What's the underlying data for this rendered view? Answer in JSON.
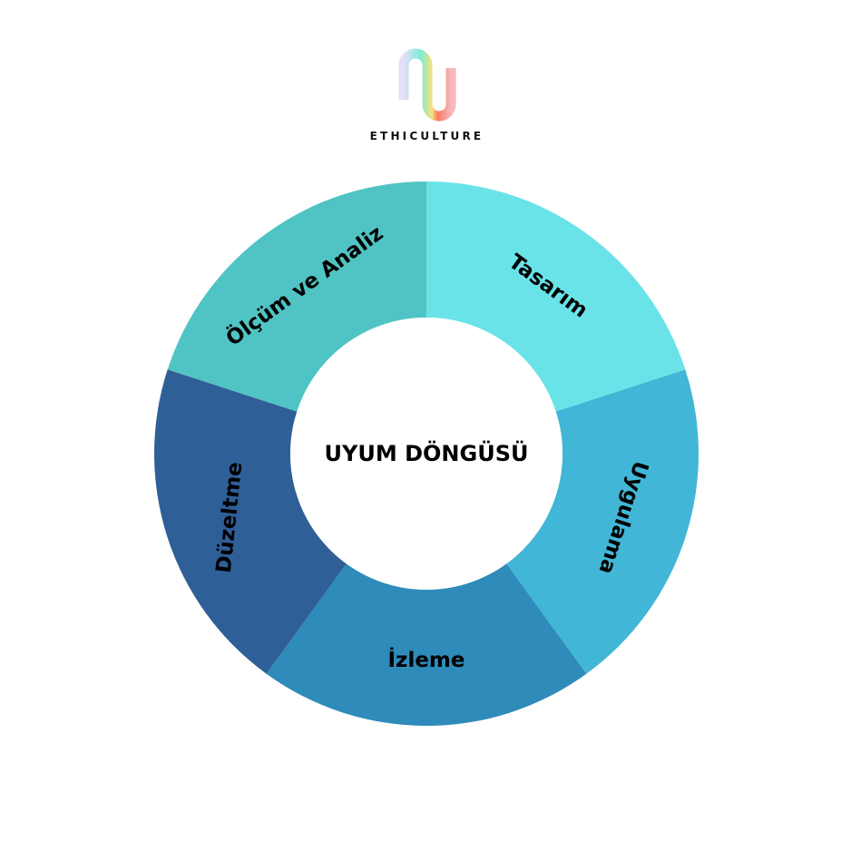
{
  "brand": {
    "name": "ETHICULTURE"
  },
  "cycle": {
    "title": "UYUM DÖNGÜSÜ",
    "segments": [
      {
        "label": "Tasarım",
        "color": "#6AE3E8"
      },
      {
        "label": "Uygulama",
        "color": "#42B6D6"
      },
      {
        "label": "İzleme",
        "color": "#2E8BBA"
      },
      {
        "label": "Düzeltme",
        "color": "#2F5F97"
      },
      {
        "label": "Ölçüm ve Analiz",
        "color": "#50C4C4"
      }
    ]
  }
}
